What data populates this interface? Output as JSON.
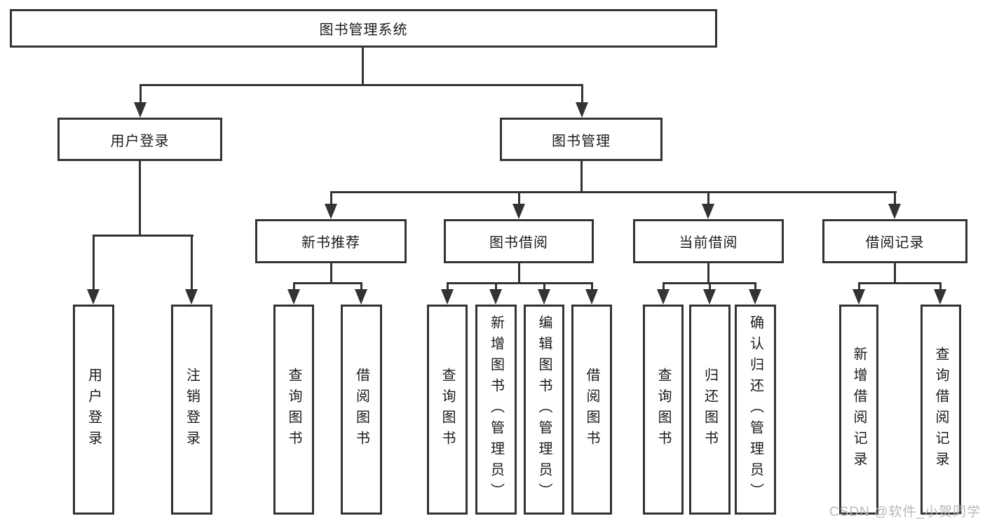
{
  "diagram": {
    "title": "图书管理系统",
    "root": {
      "label": "图书管理系统"
    },
    "level2": [
      {
        "label": "用户登录"
      },
      {
        "label": "图书管理"
      }
    ],
    "level3": [
      {
        "label": "新书推荐"
      },
      {
        "label": "图书借阅"
      },
      {
        "label": "当前借阅"
      },
      {
        "label": "借阅记录"
      }
    ],
    "leaves": {
      "login": [
        {
          "label": "用户登录"
        },
        {
          "label": "注销登录"
        }
      ],
      "recommend": [
        {
          "label": "查询图书"
        },
        {
          "label": "借阅图书"
        }
      ],
      "borrow": [
        {
          "label": "查询图书"
        },
        {
          "label": "新增图书（管理员）"
        },
        {
          "label": "编辑图书（管理员）"
        },
        {
          "label": "借阅图书"
        }
      ],
      "current": [
        {
          "label": "查询图书"
        },
        {
          "label": "归还图书"
        },
        {
          "label": "确认归还（管理员）"
        }
      ],
      "records": [
        {
          "label": "新增借阅记录"
        },
        {
          "label": "查询借阅记录"
        }
      ]
    },
    "colors": {
      "line": "#333333",
      "text": "#1b1b1b",
      "background": "#ffffff",
      "watermark": "#b9b9b9"
    }
  },
  "watermark": {
    "text": "CSDN @软件_小贺同学"
  }
}
